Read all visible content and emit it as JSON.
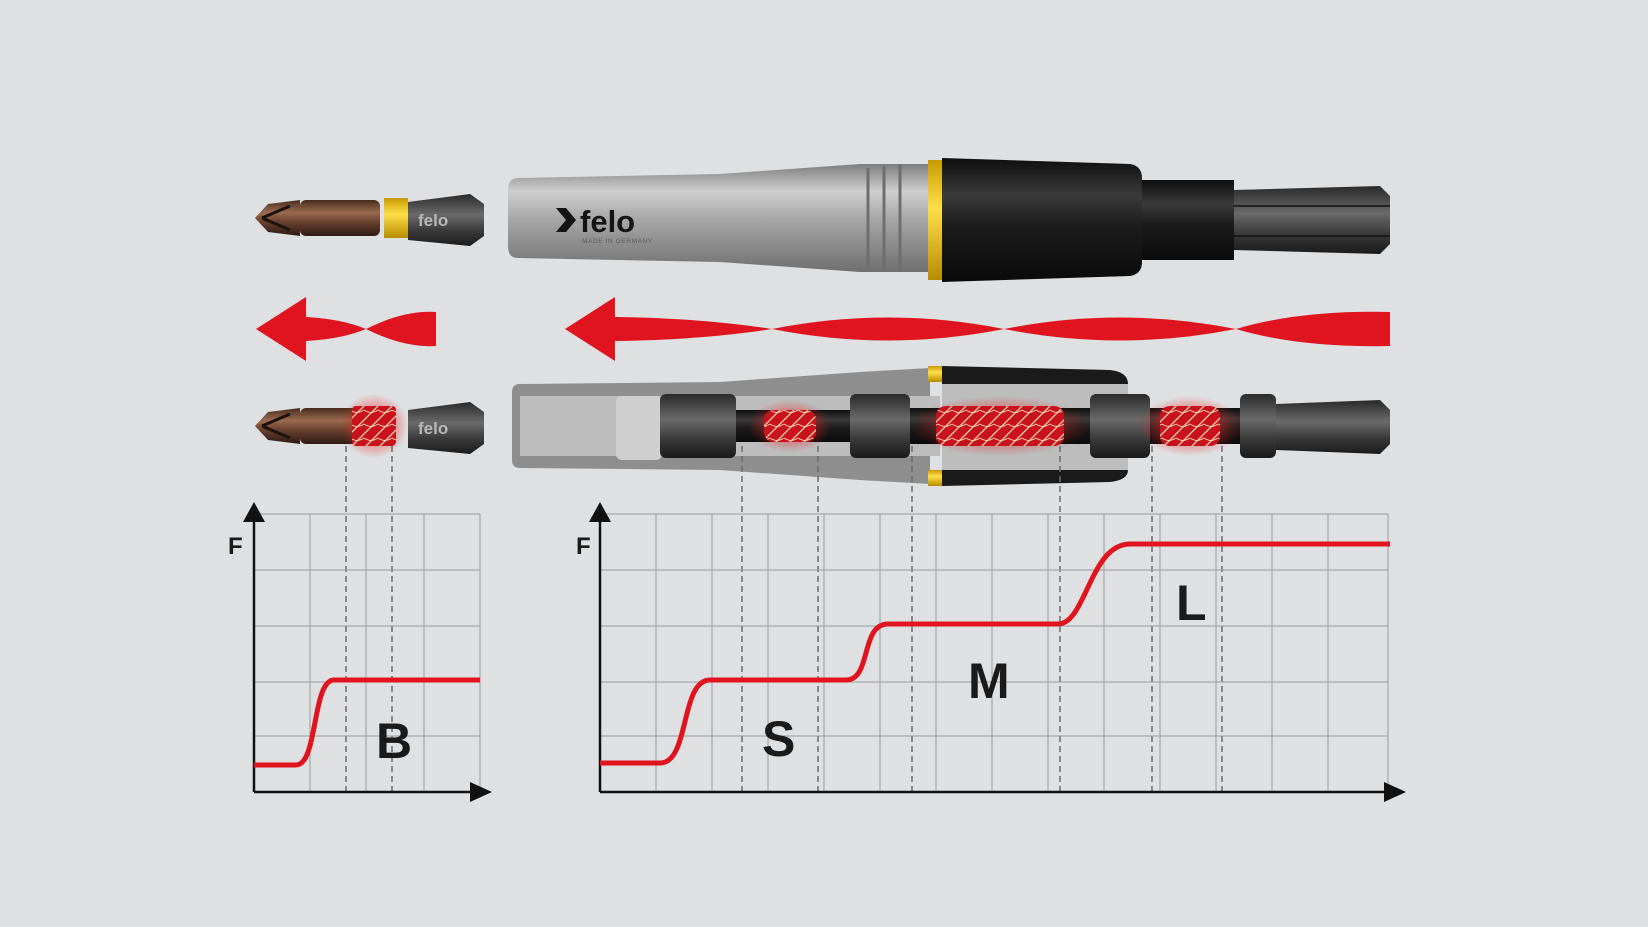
{
  "colors": {
    "background": "#dfe0e1",
    "accent_red": "#e0141e",
    "ring_yellow": "#f3cf17",
    "tool_black": "#1e1e1e",
    "tool_silver": "#9c9c9c",
    "grid": "#9a9a9a"
  },
  "bit": {
    "brand": "felo"
  },
  "holder": {
    "brand": "felo",
    "brand_subtext": "MADE IN GERMANY"
  },
  "charts": {
    "left": {
      "y_axis_label": "F",
      "zone_label": "B"
    },
    "right": {
      "y_axis_label": "F",
      "zone_labels": {
        "s": "S",
        "m": "M",
        "l": "L"
      }
    }
  },
  "icons": {
    "arrow_short": "torque-arrow-icon",
    "arrow_long": "torque-arrow-icon",
    "brand_mark": "felo-arrow-logo-icon"
  }
}
